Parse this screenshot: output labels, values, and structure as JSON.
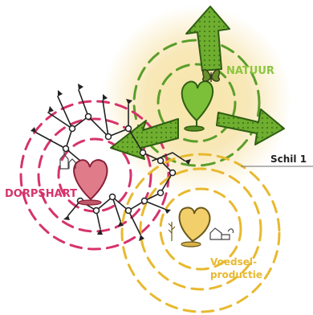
{
  "labels": {
    "natuur": "NATUUR",
    "dorpshart": "DORPSHART",
    "schil": "Schil 1",
    "voedsel_line1": "Voedsel-",
    "voedsel_line2": "productie"
  },
  "colors": {
    "natuur_green": "#6fae2f",
    "natuur_text": "#8cc63f",
    "glow_yellow": "#f3d98a",
    "dorpshart_pink": "#d6336c",
    "heart_pink": "#e07b8a",
    "voedsel_yellow": "#e8b92f",
    "heart_yellow": "#f2cf6b",
    "ink": "#222222"
  },
  "icons": [
    "heart-icon",
    "arrow-icon",
    "house-icon",
    "tree-icon",
    "butterfly-icon"
  ]
}
